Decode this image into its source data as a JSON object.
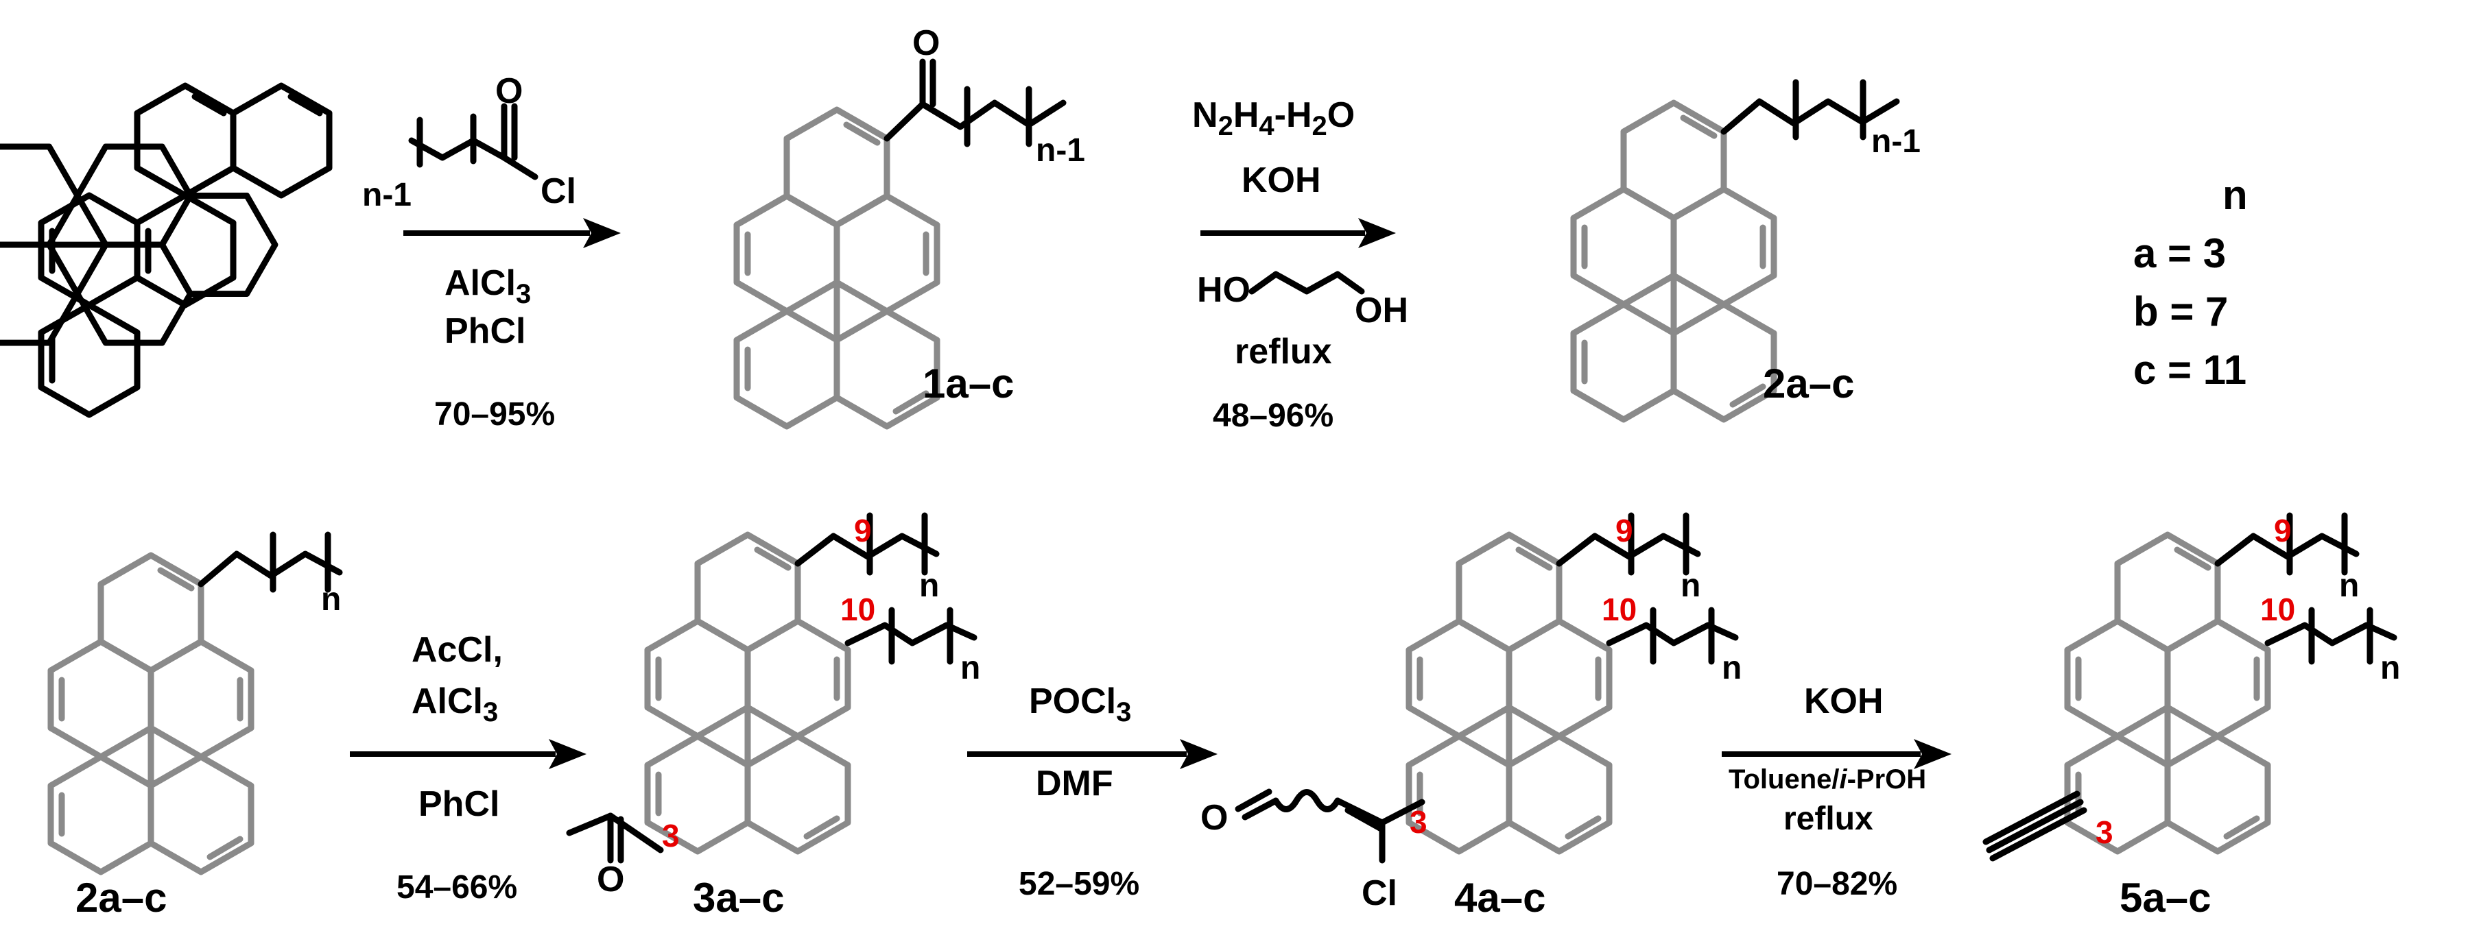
{
  "colors": {
    "substituent": "#000000",
    "perylene_core": "#8a8a8a",
    "locant": "#e60000"
  },
  "compounds": {
    "c1": "1a–c",
    "c2_top": "2a–c",
    "c2_bottom": "2a–c",
    "c3": "3a–c",
    "c4": "4a–c",
    "c5": "5a–c"
  },
  "atoms": {
    "O": "O",
    "Cl": "Cl",
    "HO": "HO",
    "OH": "OH",
    "n_minus_1": "n-1",
    "n": "n"
  },
  "steps": [
    {
      "reagent1": "AlCl",
      "reagent1_sub": "3",
      "reagent2": "PhCl",
      "yield": "70–95%"
    },
    {
      "reagent1a": "N",
      "reagent1a_sub": "2",
      "reagent1b": "H",
      "reagent1b_sub": "4",
      "reagent1c": "-H",
      "reagent1c_sub": "2",
      "reagent1d": "O",
      "reagent2": "KOH",
      "solvent": "reflux",
      "yield": "48–96%"
    },
    {
      "reagent1": "AcCl,",
      "reagent2": "AlCl",
      "reagent2_sub": "3",
      "reagent3": "PhCl",
      "yield": "54–66%"
    },
    {
      "reagent1": "POCl",
      "reagent1_sub": "3",
      "reagent2": "DMF",
      "yield": "52–59%"
    },
    {
      "reagent1": "KOH",
      "reagent2a": "Toluene/",
      "reagent2b": "i",
      "reagent2c": "-PrOH",
      "reagent3": "reflux",
      "yield": "70–82%"
    }
  ],
  "legend": {
    "header": "n",
    "rows": [
      "a = 3",
      "b = 7",
      "c = 11"
    ]
  },
  "locants": {
    "pos9": "9",
    "pos10": "10",
    "pos3": "3"
  }
}
